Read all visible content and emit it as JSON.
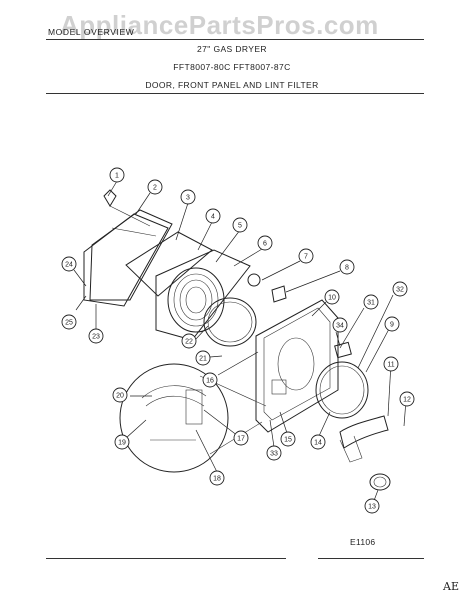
{
  "watermark": "AppliancePartsPros.com",
  "header": {
    "model_line": "MODEL OVERVIEW",
    "title": "27\" GAS DRYER",
    "models": "FFT8007-80C  FFT8007-87C",
    "section": "DOOR, FRONT PANEL AND LINT FILTER"
  },
  "footer": {
    "diagram_code": "E1106",
    "mark": "AE"
  },
  "callouts": [
    "1",
    "2",
    "3",
    "4",
    "5",
    "6",
    "7",
    "8",
    "10",
    "31",
    "32",
    "34",
    "9",
    "24",
    "25",
    "23",
    "22",
    "21",
    "16",
    "20",
    "19",
    "17",
    "18",
    "33",
    "15",
    "14",
    "11",
    "12",
    "13"
  ]
}
